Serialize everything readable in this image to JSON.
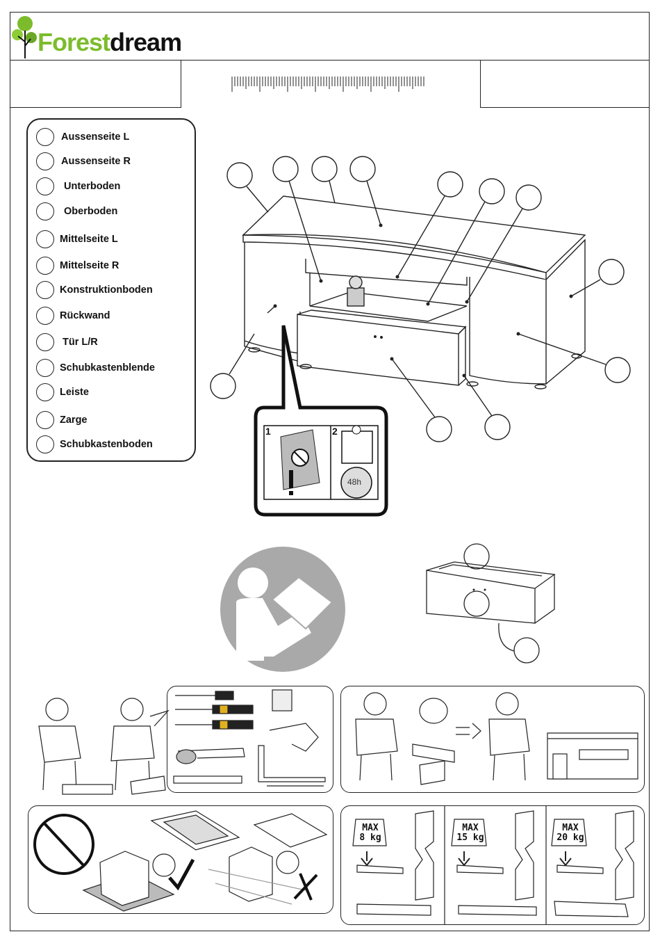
{
  "brand": {
    "logo_text_1": "Forest",
    "logo_text_2": "dream",
    "accent": "#7cbc2c"
  },
  "parts": [
    {
      "label": "Aussenseite L"
    },
    {
      "label": "Aussenseite R"
    },
    {
      "label": "Unterboden"
    },
    {
      "label": "Oberboden"
    },
    {
      "label": "Mittelseite L"
    },
    {
      "label": "Mittelseite R"
    },
    {
      "label": "Konstruktionboden"
    },
    {
      "label": "Rückwand"
    },
    {
      "label": "Tür L/R"
    },
    {
      "label": "Schubkastenblende"
    },
    {
      "label": "Leiste"
    },
    {
      "label": "Zarge"
    },
    {
      "label": "Schubkastenboden"
    }
  ],
  "warning_box": {
    "step1": "1",
    "step2": "2",
    "time": "48h"
  },
  "load_limits": [
    {
      "line1": "MAX",
      "line2": "8 kg"
    },
    {
      "line1": "MAX",
      "line2": "15 kg"
    },
    {
      "line1": "MAX",
      "line2": "20 kg"
    }
  ]
}
